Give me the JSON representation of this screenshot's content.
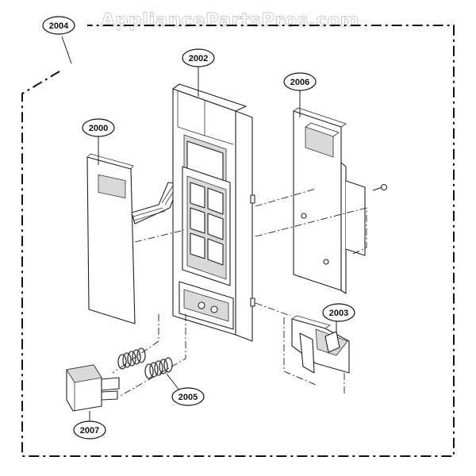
{
  "watermark": "AppliancePartsPros.com",
  "callouts": {
    "c2004": "2004",
    "c2002": "2002",
    "c2006": "2006",
    "c2000": "2000",
    "c2003": "2003",
    "c2005": "2005",
    "c2007": "2007"
  }
}
